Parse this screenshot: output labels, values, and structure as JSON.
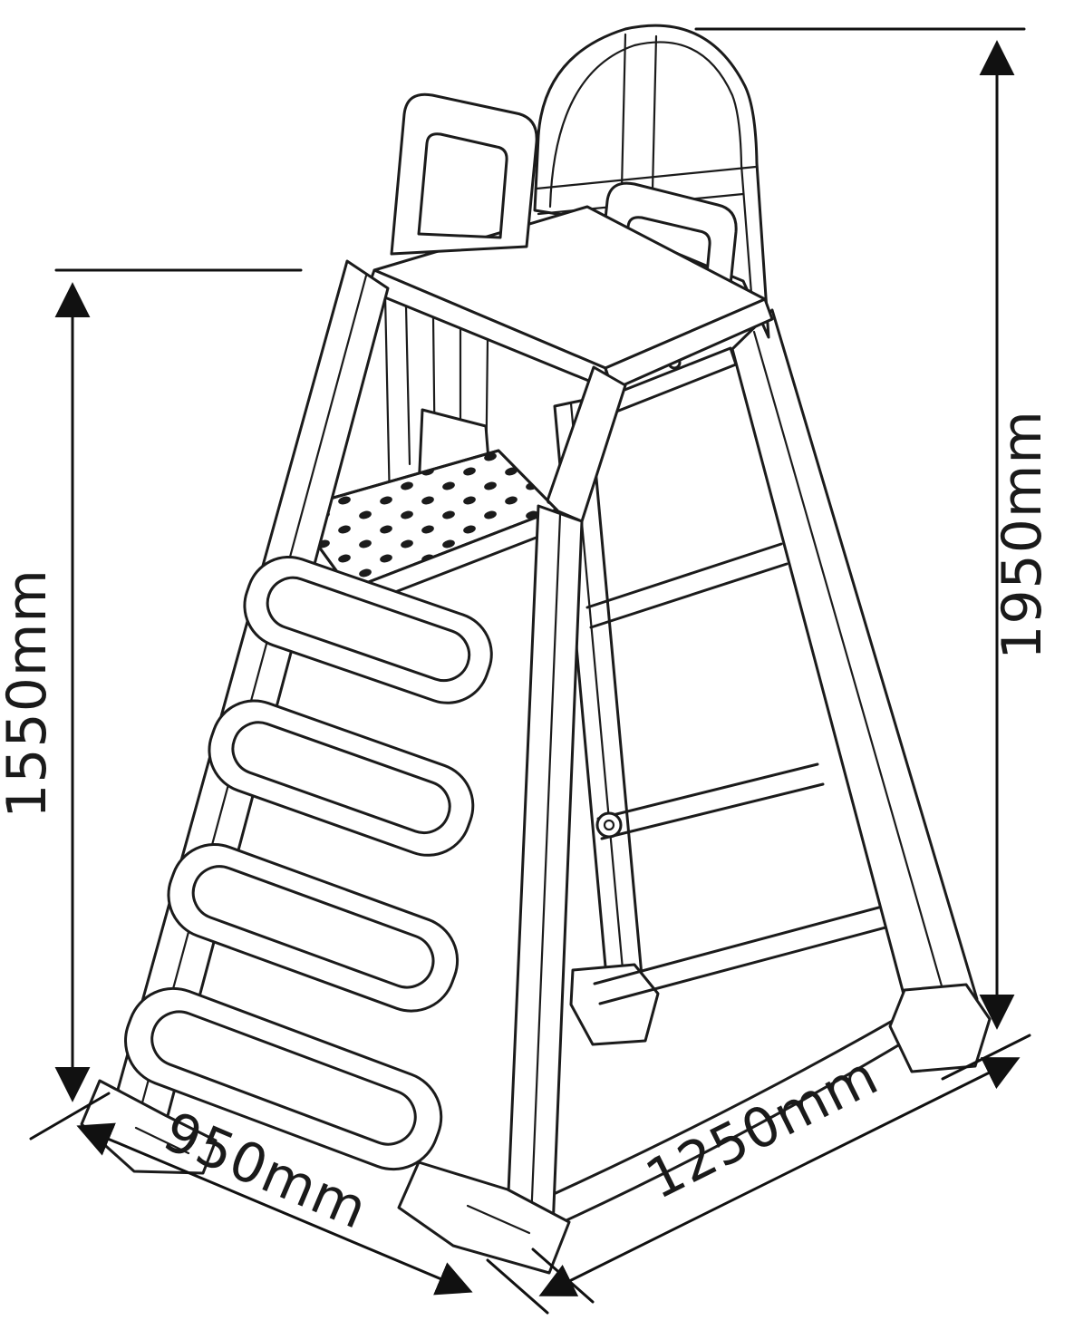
{
  "colors": {
    "line": "#1b1b1b",
    "background": "#ffffff"
  },
  "drawing": {
    "subject": "lifeguard-chair-technical-drawing",
    "dimensions": {
      "seat_height": {
        "label": "1550mm"
      },
      "overall_height": {
        "label": "1950mm"
      },
      "base_depth": {
        "label": "950mm"
      },
      "base_width": {
        "label": "1250mm"
      }
    }
  }
}
